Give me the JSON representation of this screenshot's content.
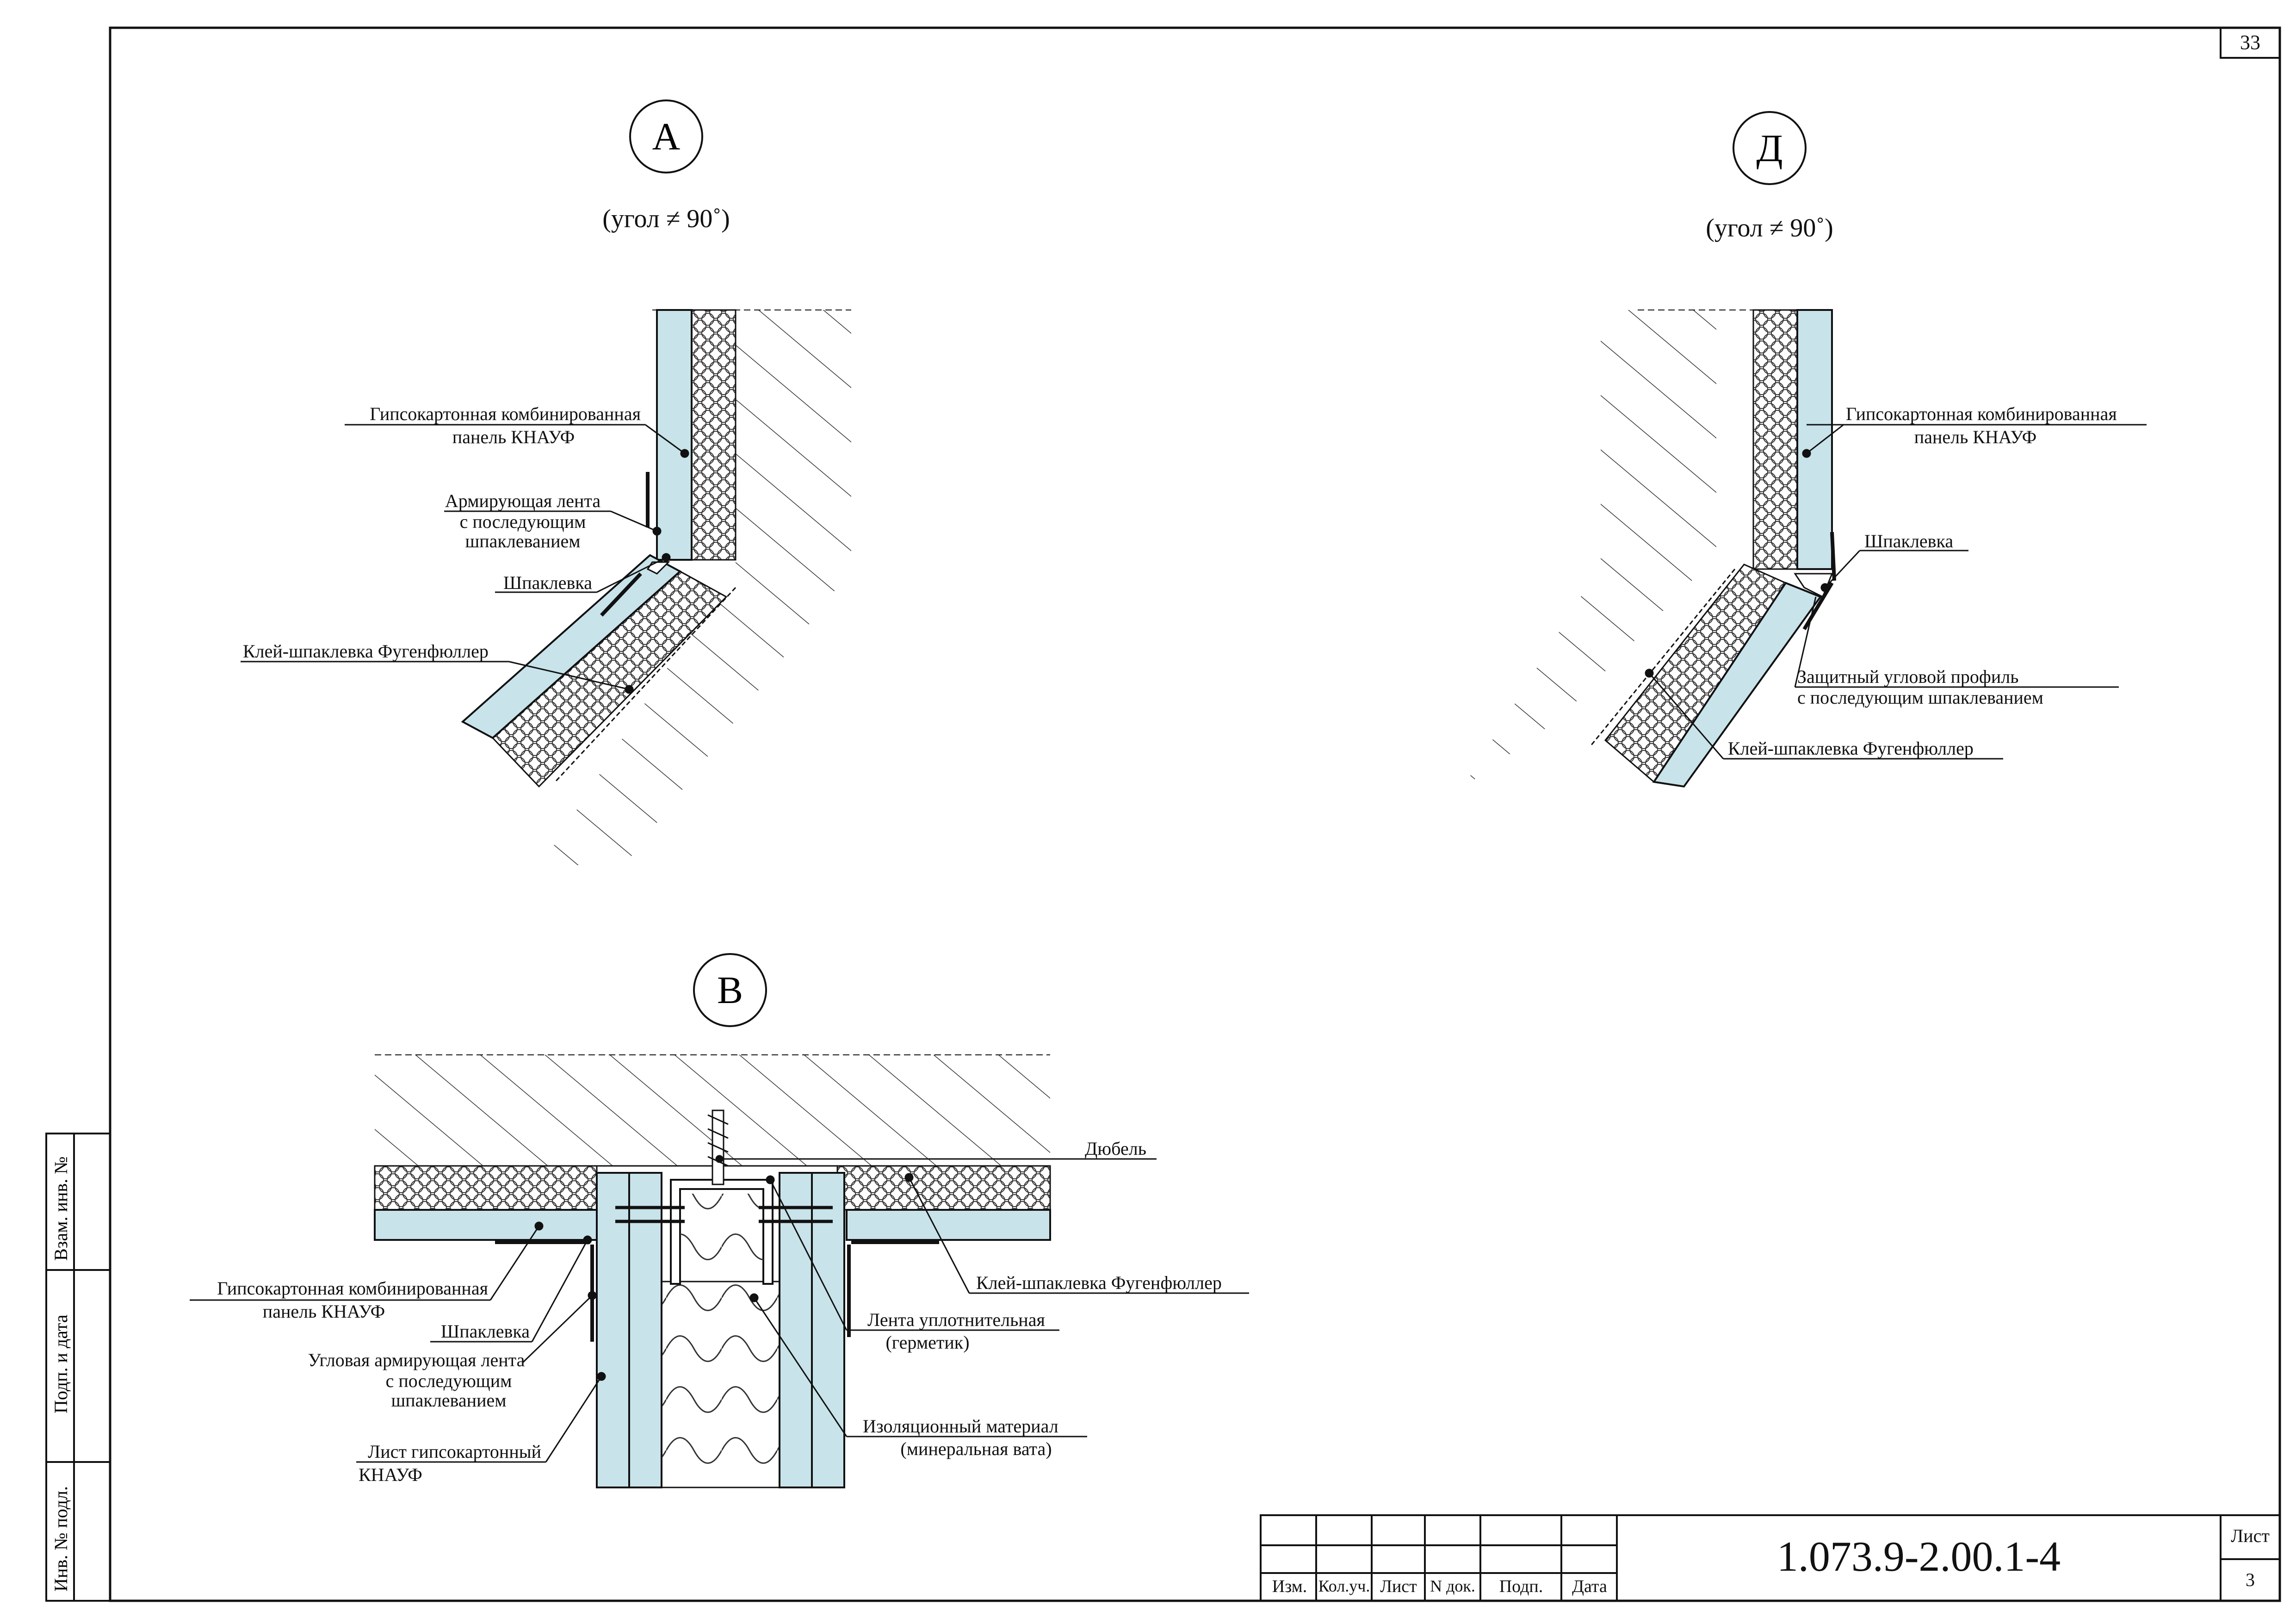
{
  "sheet_corner_number": "33",
  "details": {
    "a": {
      "letter": "А",
      "caption": "(угол ≠ 90˚)",
      "labels": {
        "panel_l1": "Гипсокартонная комбинированная",
        "panel_l2": "панель  КНАУФ",
        "tape_l1": "Армирующая лента",
        "tape_l2": "с последующим",
        "tape_l3": "шпаклеванием",
        "putty": "Шпаклевка",
        "glue": "Клей-шпаклевка Фугенфюллер"
      }
    },
    "d": {
      "letter": "Д",
      "caption": "(угол ≠ 90˚)",
      "labels": {
        "panel_l1": "Гипсокартонная комбинированная",
        "panel_l2": "панель  КНАУФ",
        "putty": "Шпаклевка",
        "profile_l1": "Защитный угловой профиль",
        "profile_l2": "с последующим шпаклеванием",
        "glue": "Клей-шпаклевка Фугенфюллер"
      }
    },
    "b": {
      "letter": "В",
      "labels": {
        "dowel": "Дюбель",
        "glue": "Клей-шпаклевка Фугенфюллер",
        "panel_l1": "Гипсокартонная комбинированная",
        "panel_l2": "панель  КНАУФ",
        "putty": "Шпаклевка",
        "tape_l1": "Угловая армирующая лента",
        "tape_l2": "с последующим",
        "tape_l3": "шпаклеванием",
        "sheet_l1": "Лист гипсокартонный",
        "sheet_l2": "КНАУФ",
        "seal_l1": "Лента уплотнительная",
        "seal_l2": "(герметик)",
        "insul_l1": "Изоляционный материал",
        "insul_l2": "(минеральная вата)"
      }
    }
  },
  "side_stamp": {
    "field1": "Взам. инв. №",
    "field2": "Подп. и дата",
    "field3": "Инв. № подл."
  },
  "title_block": {
    "headers": [
      "Изм.",
      "Кол.уч.",
      "Лист",
      "N док.",
      "Подп.",
      "Дата"
    ],
    "document_code": "1.073.9-2.00.1-4",
    "sheet_label": "Лист",
    "sheet_number": "3"
  },
  "colors": {
    "panel_fill": "#c8e3ea",
    "line": "#111111"
  }
}
